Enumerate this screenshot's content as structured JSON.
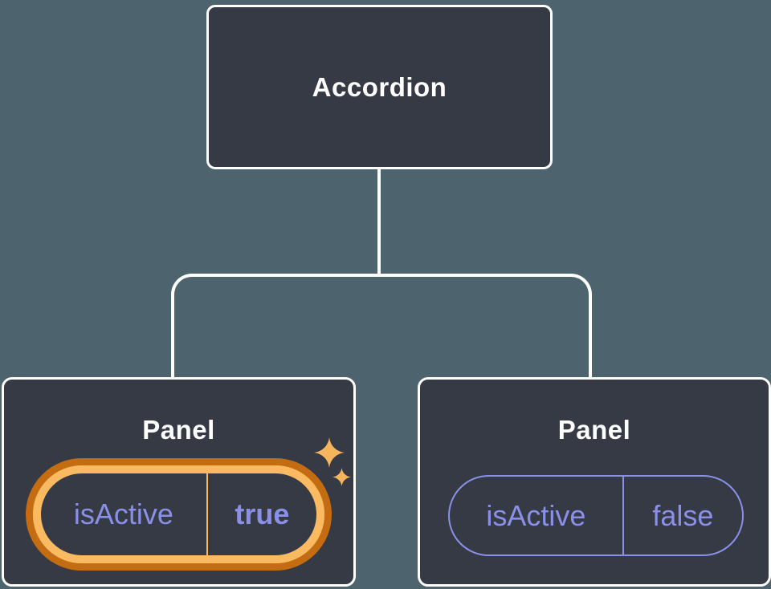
{
  "tree": {
    "root": {
      "label": "Accordion"
    },
    "children": [
      {
        "label": "Panel",
        "prop": {
          "name": "isActive",
          "value": "true"
        },
        "highlighted": true
      },
      {
        "label": "Panel",
        "prop": {
          "name": "isActive",
          "value": "false"
        },
        "highlighted": false
      }
    ]
  },
  "icons": {
    "sparkle_large": "sparkle-icon",
    "sparkle_small": "sparkle-icon"
  },
  "colors": {
    "background": "#4d646e",
    "node_fill": "#353a45",
    "node_border": "#ffffff",
    "connector": "#ffffff",
    "prop_text": "#8a90e8",
    "highlight_ring_outer": "#c46c12",
    "highlight_ring_inner": "#f9ba62",
    "sparkle": "#f6b45c"
  }
}
